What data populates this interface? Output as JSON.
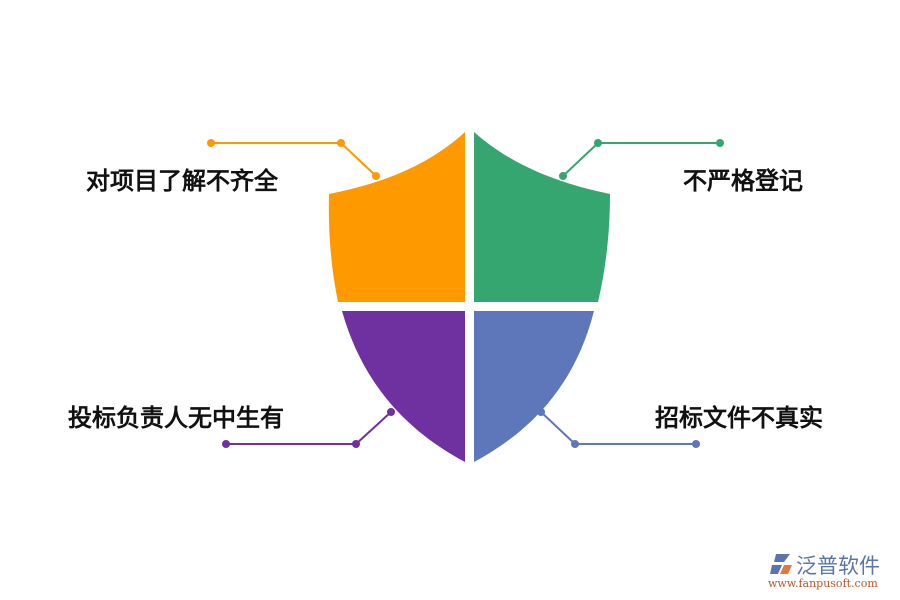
{
  "diagram": {
    "type": "shield-quadrant",
    "quadrants": [
      {
        "position": "top-left",
        "label": "对项目了解不齐全",
        "color": "#FF9900"
      },
      {
        "position": "top-right",
        "label": "不严格登记",
        "color": "#35A670"
      },
      {
        "position": "bottom-left",
        "label": "投标负责人无中生有",
        "color": "#6F30A0"
      },
      {
        "position": "bottom-right",
        "label": "招标文件不真实",
        "color": "#5E76BA"
      }
    ]
  },
  "logo": {
    "brand": "泛普软件",
    "url": "www.fanpusoft.com"
  }
}
